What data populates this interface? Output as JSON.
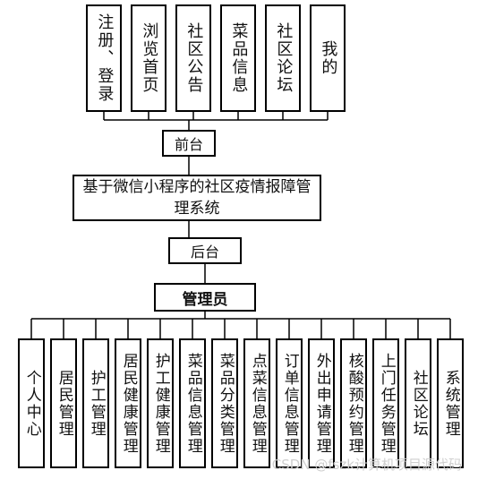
{
  "top_modules": [
    "注册、登录",
    "浏览首页",
    "社区公告",
    "菜品信息",
    "社区论坛",
    "我的"
  ],
  "frontend": "前台",
  "system_name": "基于微信小程序的社区疫情报障管理系统",
  "backend": "后台",
  "admin": "管理员",
  "admin_modules": [
    "个人中心",
    "居民管理",
    "护工管理",
    "居民健康管理",
    "护工健康管理",
    "菜品信息管理",
    "菜品分类管理",
    "点菜信息管理",
    "订单信息管理",
    "外出申请管理",
    "核酸预约管理",
    "上门任务管理",
    "社区论坛",
    "系统管理"
  ],
  "watermark": "CSDN @fszk计算机项目源代码"
}
